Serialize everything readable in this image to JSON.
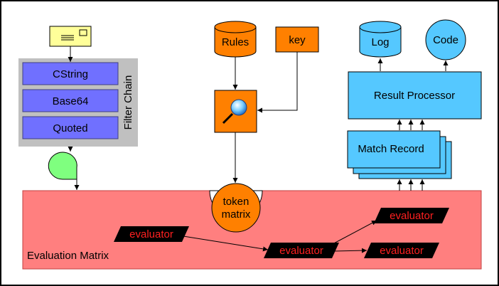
{
  "filter_chain": {
    "label": "Filter Chain",
    "filters": [
      "CString",
      "Base64",
      "Quoted"
    ]
  },
  "rules_db": {
    "label": "Rules"
  },
  "key_box": {
    "label": "key"
  },
  "log_db": {
    "label": "Log"
  },
  "code_node": {
    "label": "Code"
  },
  "result_processor": {
    "label": "Result Processor"
  },
  "match_record": {
    "label": "Match Record"
  },
  "token_matrix": {
    "line1": "token",
    "line2": "matrix"
  },
  "evaluation_matrix": {
    "label": "Evaluation Matrix"
  },
  "evaluators": [
    "evaluator",
    "evaluator",
    "evaluator",
    "evaluator"
  ],
  "colors": {
    "frame": "#000000",
    "filter_chain_bg": "#c0c0c0",
    "filter_box": "#7070ff",
    "orange": "#ff8000",
    "light_blue": "#55c8ff",
    "evaluation_matrix": "#ff7f7f",
    "evaluator_bg": "#000000",
    "evaluator_text": "#ff2020",
    "envelope": "#ffff99",
    "green_shape": "#7fff7f"
  },
  "icons": {
    "envelope": "envelope-icon",
    "magnifier": "magnifier-icon",
    "filter_output": "speech-bubble-icon"
  }
}
